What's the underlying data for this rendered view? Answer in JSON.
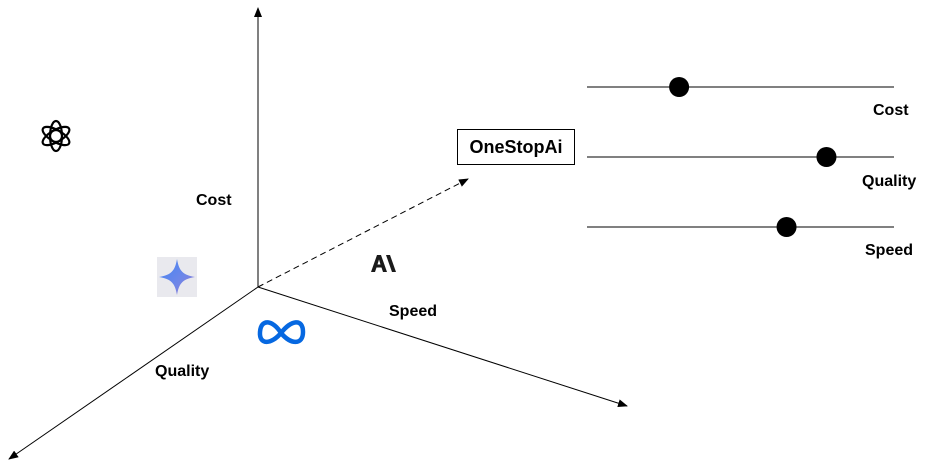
{
  "axes": {
    "cost_label": "Cost",
    "quality_label": "Quality",
    "speed_label": "Speed"
  },
  "target_box": {
    "label": "OneStopAi"
  },
  "sliders": [
    {
      "label": "Cost",
      "level": 0.3
    },
    {
      "label": "Quality",
      "level": 0.78
    },
    {
      "label": "Speed",
      "level": 0.65
    }
  ],
  "logos": [
    "openai-logo-icon",
    "gemini-logo-icon",
    "anthropic-logo-icon",
    "meta-logo-icon"
  ],
  "colors": {
    "line": "#000000",
    "meta_blue": "#0668E1",
    "gemini_blue": "#4F7FE8",
    "gemini_purple": "#9B72CB"
  }
}
